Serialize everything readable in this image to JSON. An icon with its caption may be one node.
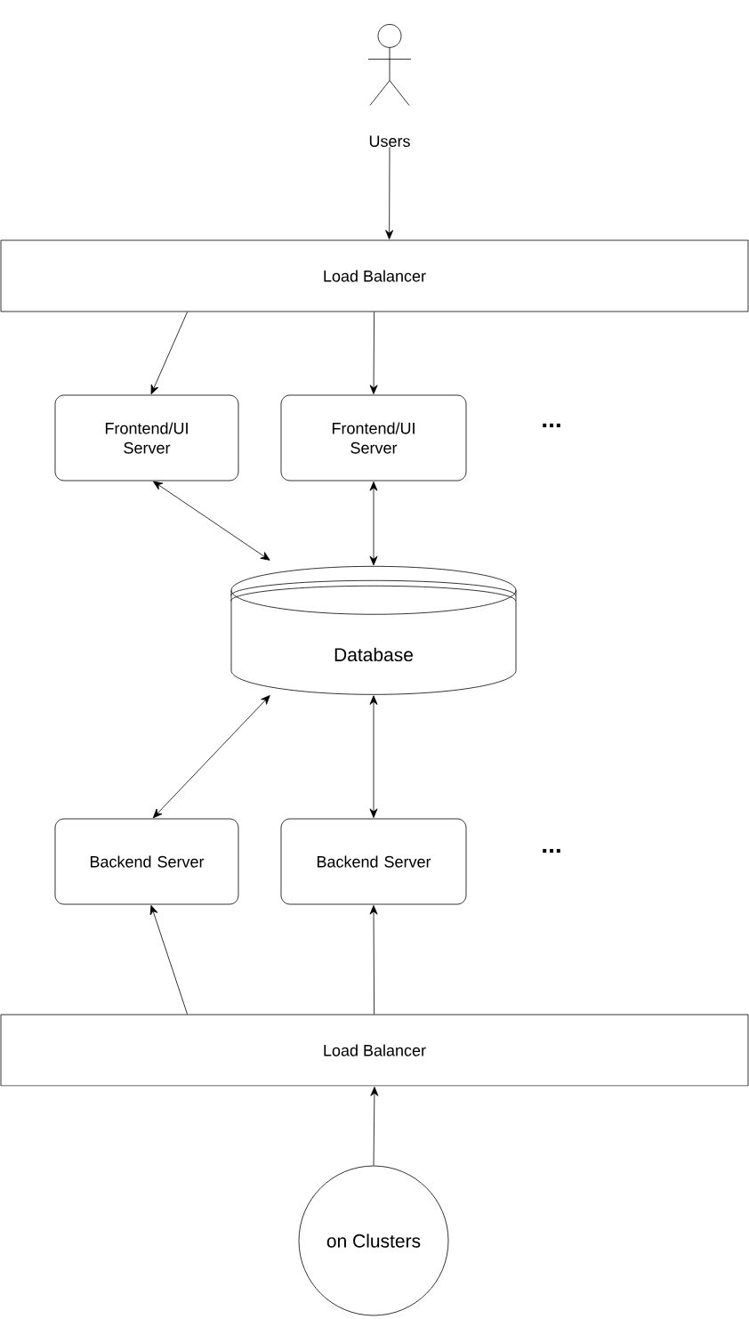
{
  "diagram": {
    "nodes": [
      {
        "text": [
          "Users"
        ]
      },
      {
        "text": [
          "Load Balancer"
        ]
      },
      {
        "text": [
          "Frontend/UI Server"
        ]
      },
      {
        "text": [
          "Frontend/UI Server"
        ]
      },
      {
        "text": [
          "Database"
        ]
      },
      {
        "text": [
          "Backend Server"
        ]
      },
      {
        "text": [
          "Backend Server"
        ]
      },
      {
        "text": [
          "Load Balancer"
        ]
      },
      {
        "text": [
          "on Clusters"
        ]
      }
    ],
    "edges": [
      {
        "from": 0,
        "to": 1,
        "arrow": "to"
      },
      {
        "from": 1,
        "to": 2,
        "arrow": "to"
      },
      {
        "from": 1,
        "to": 3,
        "arrow": "to"
      },
      {
        "from": 2,
        "to": 4,
        "arrow": "both"
      },
      {
        "from": 3,
        "to": 4,
        "arrow": "both"
      },
      {
        "from": 4,
        "to": 5,
        "arrow": "both"
      },
      {
        "from": 4,
        "to": 6,
        "arrow": "both"
      },
      {
        "from": 7,
        "to": 5,
        "arrow": "to"
      },
      {
        "from": 7,
        "to": 6,
        "arrow": "to"
      },
      {
        "from": 8,
        "to": 7,
        "arrow": "to"
      }
    ],
    "labels": [
      "...",
      "..."
    ]
  }
}
